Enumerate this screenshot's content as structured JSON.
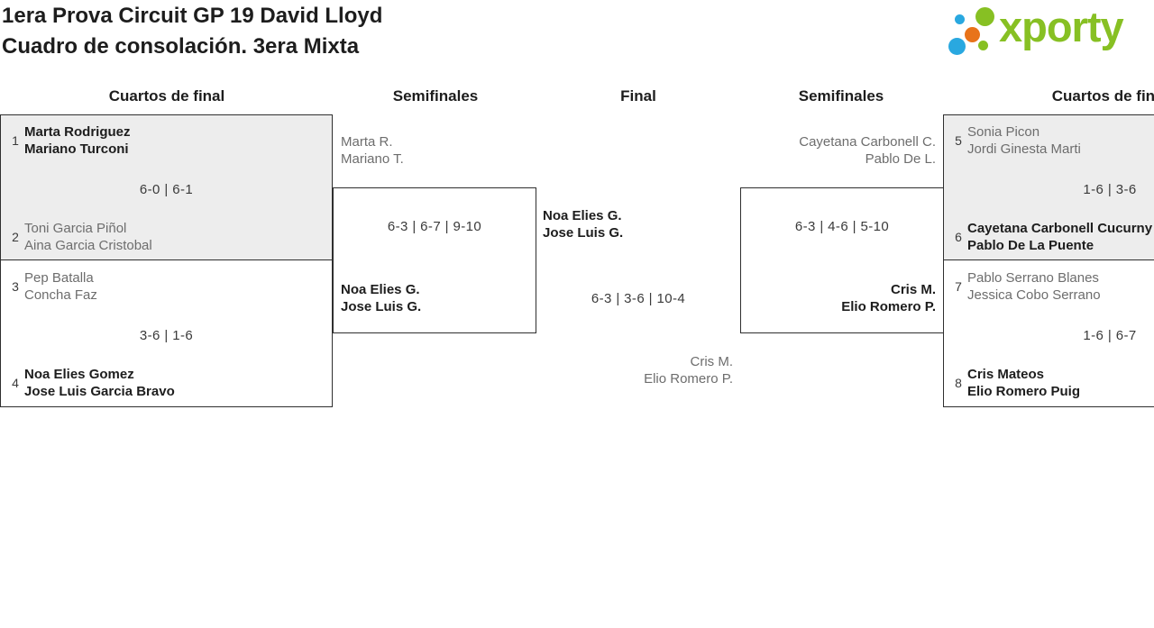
{
  "header": {
    "title_line1": "1era Prova Circuit GP 19 David Lloyd",
    "title_line2": "Cuadro de consolación. 3era Mixta",
    "logo_text": "xporty"
  },
  "colors": {
    "logo_green": "#87c023",
    "logo_blue": "#29a8e0",
    "logo_orange": "#e8731a",
    "box_shade": "#ededed",
    "winner_text": "#1d1d1d",
    "loser_text": "#6d6d6d"
  },
  "columns": {
    "round1_left": "Cuartos de final",
    "semis_left": "Semifinales",
    "final": "Final",
    "semis_right": "Semifinales",
    "round1_right": "Cuartos de final"
  },
  "bracket": {
    "qf1": {
      "seed_top": "1",
      "team_top": [
        "Marta Rodriguez",
        "Mariano Turconi"
      ],
      "score": "6-0 | 6-1",
      "seed_bottom": "2",
      "team_bottom": [
        "Toni Garcia Piñol",
        "Aina Garcia Cristobal"
      ]
    },
    "qf2": {
      "seed_top": "3",
      "team_top": [
        "Pep Batalla",
        "Concha Faz"
      ],
      "score": "3-6 | 1-6",
      "seed_bottom": "4",
      "team_bottom": [
        "Noa Elies Gomez",
        "Jose Luis Garcia Bravo"
      ]
    },
    "sf1": {
      "team_top": [
        "Marta R.",
        "Mariano T."
      ],
      "score": "6-3 | 6-7 | 9-10",
      "team_bottom": [
        "Noa Elies G.",
        "Jose Luis G."
      ]
    },
    "final": {
      "team_top": [
        "Noa Elies G.",
        "Jose Luis G."
      ],
      "score": "6-3 | 3-6 | 10-4",
      "team_bottom": [
        "Cris M.",
        "Elio Romero P."
      ]
    },
    "sf2": {
      "team_top": [
        "Cayetana Carbonell C.",
        "Pablo De L."
      ],
      "score": "6-3 | 4-6 | 5-10",
      "team_bottom": [
        "Cris M.",
        "Elio Romero P."
      ]
    },
    "qf3": {
      "seed_top": "5",
      "team_top": [
        "Sonia Picon",
        "Jordi Ginesta Marti"
      ],
      "score": "1-6 | 3-6",
      "seed_bottom": "6",
      "team_bottom": [
        "Cayetana Carbonell Cucurny",
        "Pablo De La Puente"
      ]
    },
    "qf4": {
      "seed_top": "7",
      "team_top": [
        "Pablo Serrano Blanes",
        "Jessica Cobo Serrano"
      ],
      "score": "1-6 | 6-7",
      "seed_bottom": "8",
      "team_bottom": [
        "Cris Mateos",
        "Elio Romero Puig"
      ]
    }
  }
}
